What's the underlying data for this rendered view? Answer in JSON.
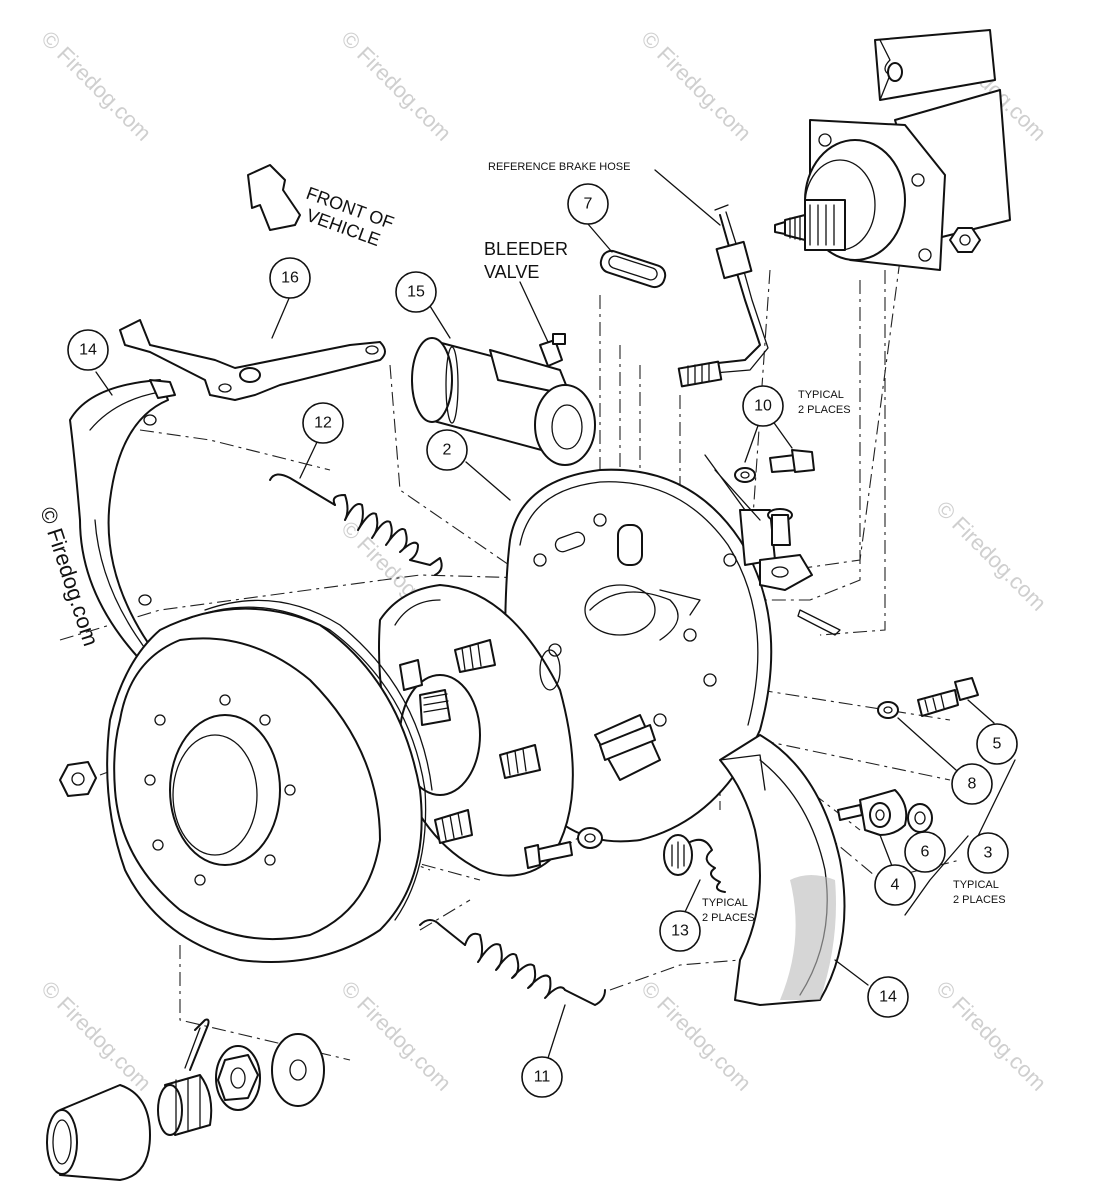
{
  "labels": {
    "reference_brake_hose": "REFERENCE BRAKE HOSE",
    "front_of": "FRONT OF",
    "vehicle": "VEHICLE",
    "bleeder": "BLEEDER",
    "valve": "VALVE",
    "typical_10_a": "TYPICAL",
    "typical_10_b": "2 PLACES",
    "typical_13_a": "TYPICAL",
    "typical_13_b": "2 PLACES",
    "typical_3_a": "TYPICAL",
    "typical_3_b": "2 PLACES"
  },
  "callouts": {
    "c2": "2",
    "c3": "3",
    "c4": "4",
    "c5": "5",
    "c6": "6",
    "c7": "7",
    "c8": "8",
    "c10": "10",
    "c11": "11",
    "c12": "12",
    "c13": "13",
    "c14_top": "14",
    "c14_bottom": "14",
    "c15": "15",
    "c16": "16"
  },
  "watermark": "© Firedog.com"
}
